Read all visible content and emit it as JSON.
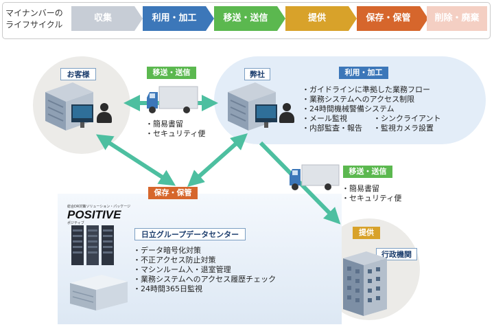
{
  "lifecycle": {
    "title": "マイナンバーの\nライフサイクル",
    "steps": [
      {
        "label": "収集",
        "color": "#c7cdd6"
      },
      {
        "label": "利用・加工",
        "color": "#3c77b9"
      },
      {
        "label": "移送・送信",
        "color": "#5bb84f"
      },
      {
        "label": "提供",
        "color": "#d8a22a"
      },
      {
        "label": "保存・保管",
        "color": "#d6662c"
      },
      {
        "label": "削除・廃棄",
        "color": "#f4cfc3"
      }
    ]
  },
  "customer": {
    "label": "お客様"
  },
  "company": {
    "label": "弊社",
    "use_tag": "利用・加工",
    "items": [
      "ガイドラインに準拠した業務フロー",
      "業務システムへのアクセス制限",
      "24時間機械警備システム"
    ],
    "items_left": [
      "メール監視",
      "内部監査・報告"
    ],
    "items_right": [
      "シンクライアント",
      "監視カメラ設置"
    ]
  },
  "transfer_top": {
    "tag": "移送・送信",
    "items": [
      "簡易書留",
      "セキュリティ便"
    ]
  },
  "transfer_right": {
    "tag": "移送・送信",
    "items": [
      "簡易書留",
      "セキュリティ便"
    ]
  },
  "provide": {
    "tag": "提供"
  },
  "agency": {
    "label": "行政機関"
  },
  "storage": {
    "tag": "保存・保管",
    "logo_small": "総合DR対策ソリューション・パッケージ",
    "logo_text": "POSITIVE",
    "logo_sub": "ポジティブ",
    "center_label": "日立グループデータセンター",
    "items": [
      "データ暗号化対策",
      "不正アクセス防止対策",
      "マシンルーム入・退室管理",
      "業務システムへのアクセス履歴チェック",
      "24時間365日監視"
    ]
  },
  "colors": {
    "arrow": "#4dbfa0",
    "label_border": "#7b9ec2",
    "company_blob": "#e3edf8",
    "gray_blob": "#ecebe8"
  }
}
